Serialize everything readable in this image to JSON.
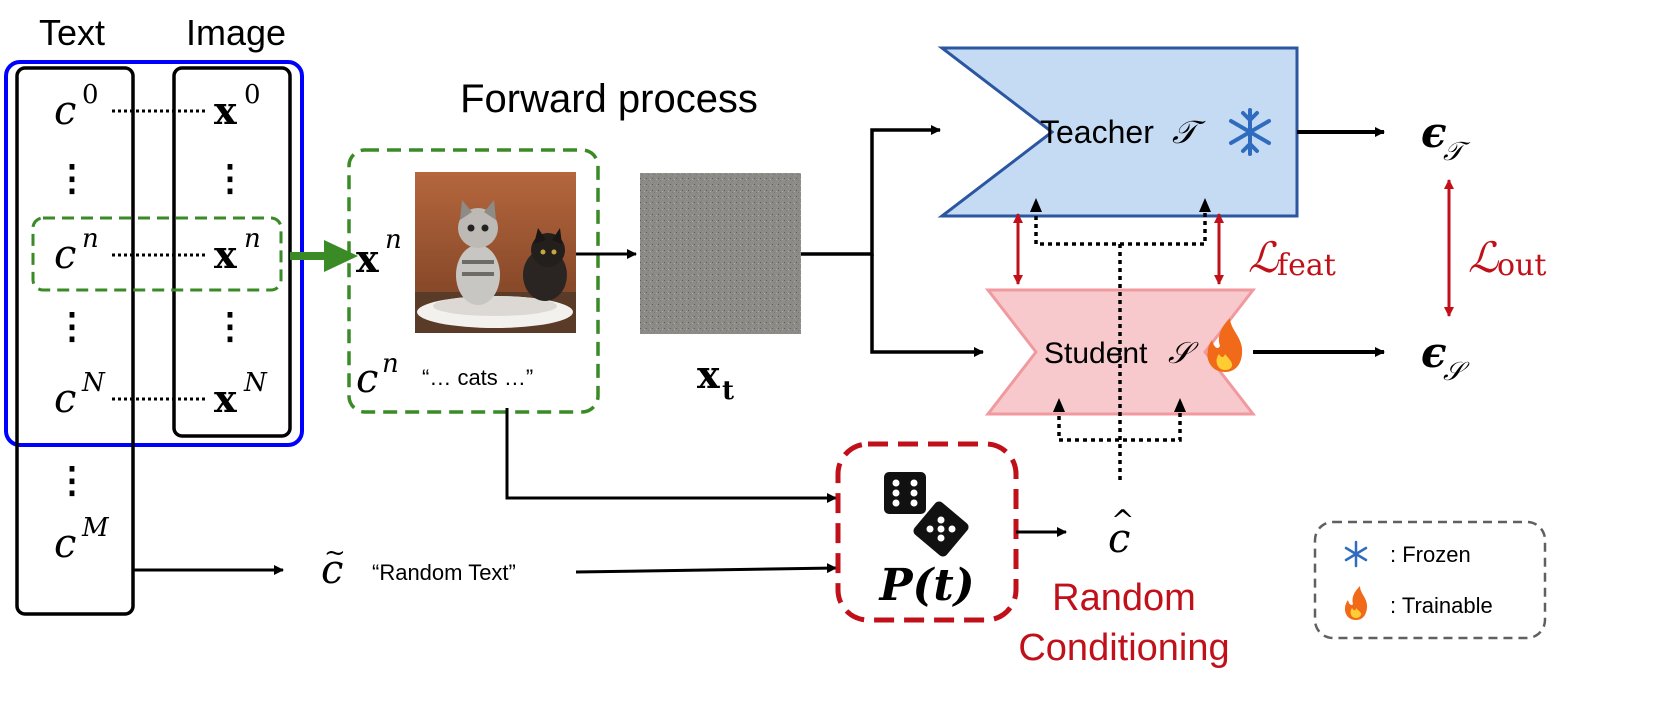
{
  "left_panel": {
    "text_header": "Text",
    "image_header": "Image",
    "text_rows": [
      "c",
      "c",
      "c",
      "c"
    ],
    "text_sups": [
      "0",
      "n",
      "N",
      "M"
    ],
    "image_rows": [
      "x",
      "x",
      "x"
    ],
    "image_sups": [
      "0",
      "n",
      "N"
    ],
    "vdots": "⋮"
  },
  "forward": {
    "title": "Forward process",
    "x_label": "x",
    "x_sup": "n",
    "c_label": "c",
    "c_sup": "n",
    "caption": "“… cats …”",
    "xt_label": "x",
    "xt_sub": "t"
  },
  "random": {
    "c_tilde": "c",
    "c_tilde_mark": "~",
    "random_text": "“Random Text”",
    "prob_label": "P(t)",
    "title_line1": "Random",
    "title_line2": "Conditioning",
    "c_hat": "c",
    "c_hat_mark": "^"
  },
  "teacher": {
    "label": "Teacher",
    "symbol": "𝒯",
    "icon": "snowflake-icon"
  },
  "student": {
    "label": "Student",
    "symbol": "𝒮",
    "icon": "flame-icon"
  },
  "outputs": {
    "eps": "ϵ",
    "eps_teacher_sub": "𝒯",
    "eps_student_sub": "𝒮"
  },
  "losses": {
    "feat_main": "ℒ",
    "feat_sub": "feat",
    "out_main": "ℒ",
    "out_sub": "out"
  },
  "legend": {
    "frozen": ": Frozen",
    "trainable": ": Trainable"
  },
  "colors": {
    "blue_box": "#0000ff",
    "green_dash": "#3a8a26",
    "teacher_fill": "#c5dbf4",
    "teacher_stroke": "#2c56a0",
    "student_fill": "#f8c9cc",
    "student_stroke": "#f09a9f",
    "red": "#c0101a",
    "legend_border": "#606060"
  }
}
